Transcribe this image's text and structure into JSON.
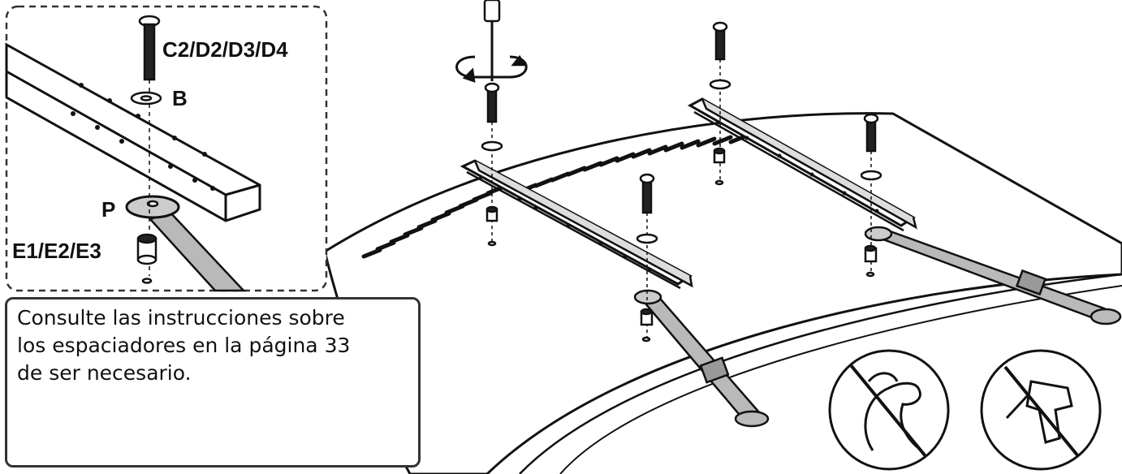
{
  "labels": {
    "screw": "C2/D2/D3/D4",
    "washer": "B",
    "plate": "P",
    "spacer": "E1/E2/E3"
  },
  "note": {
    "lines": [
      "Consulte las instrucciones sobre",
      "los espaciadores en la página 33",
      "de ser necesario."
    ]
  },
  "warnings": [
    {
      "icon": "no-excessive-force-icon"
    },
    {
      "icon": "no-power-drill-icon"
    }
  ],
  "colors": {
    "ink": "#111111",
    "strap": "#b9b9b9",
    "background": "#ffffff"
  }
}
